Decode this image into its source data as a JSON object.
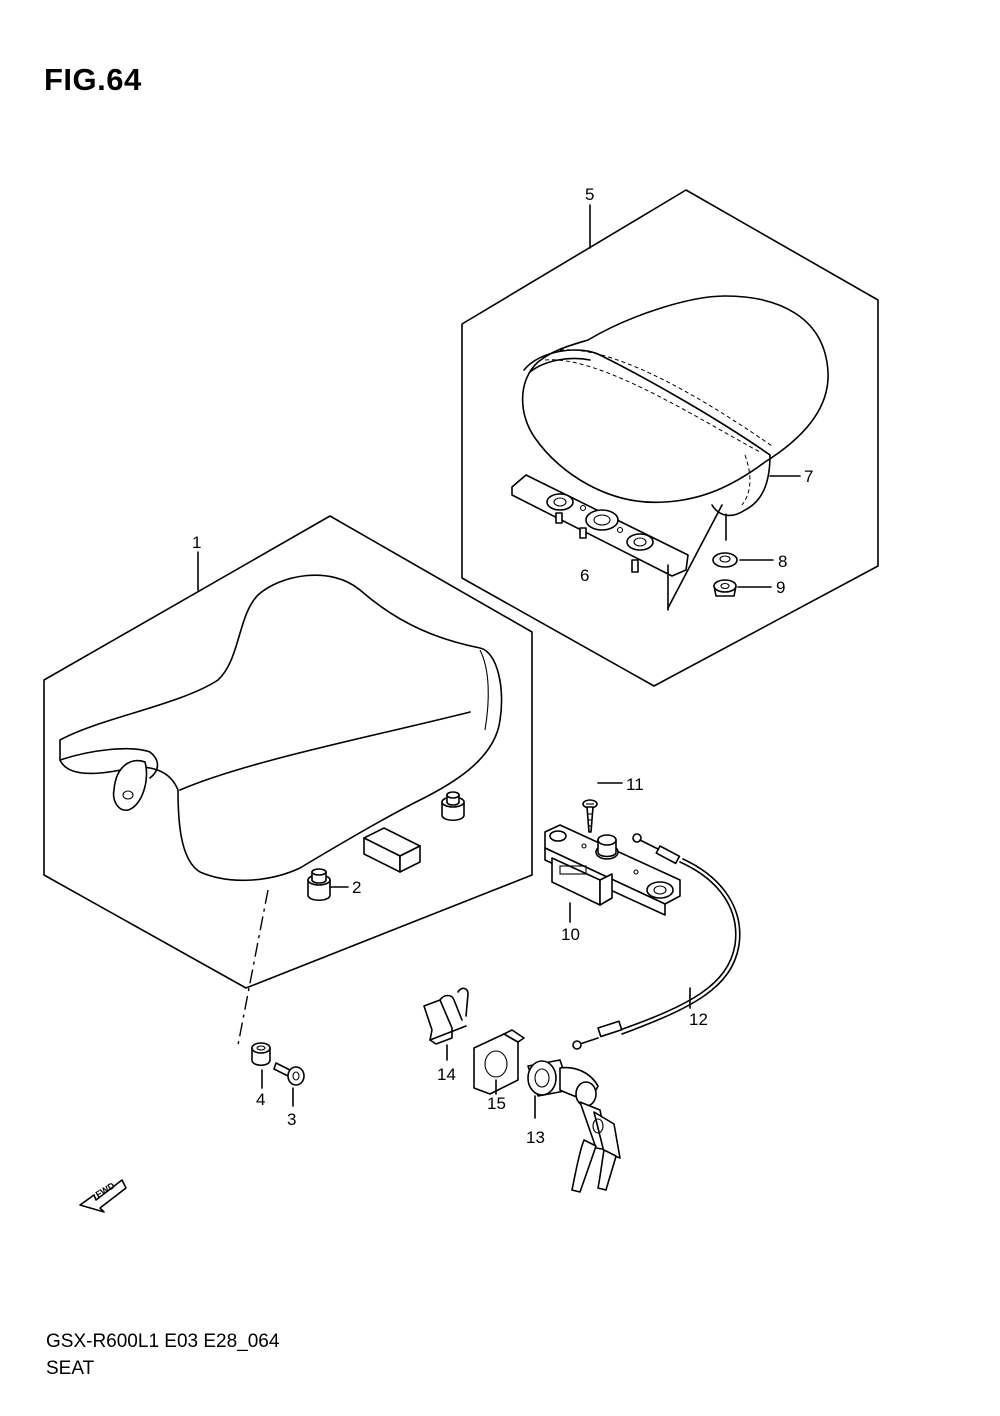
{
  "figure": {
    "title": "FIG.64",
    "model_code": "GSX-R600L1  E03  E28_064",
    "section_name": "SEAT"
  },
  "parts": [
    {
      "number": "1"
    },
    {
      "number": "2"
    },
    {
      "number": "3"
    },
    {
      "number": "4"
    },
    {
      "number": "5"
    },
    {
      "number": "6"
    },
    {
      "number": "7"
    },
    {
      "number": "8"
    },
    {
      "number": "9"
    },
    {
      "number": "10"
    },
    {
      "number": "11"
    },
    {
      "number": "12"
    },
    {
      "number": "13"
    },
    {
      "number": "14"
    },
    {
      "number": "15"
    }
  ],
  "direction_indicator": {
    "label": "FWD"
  }
}
